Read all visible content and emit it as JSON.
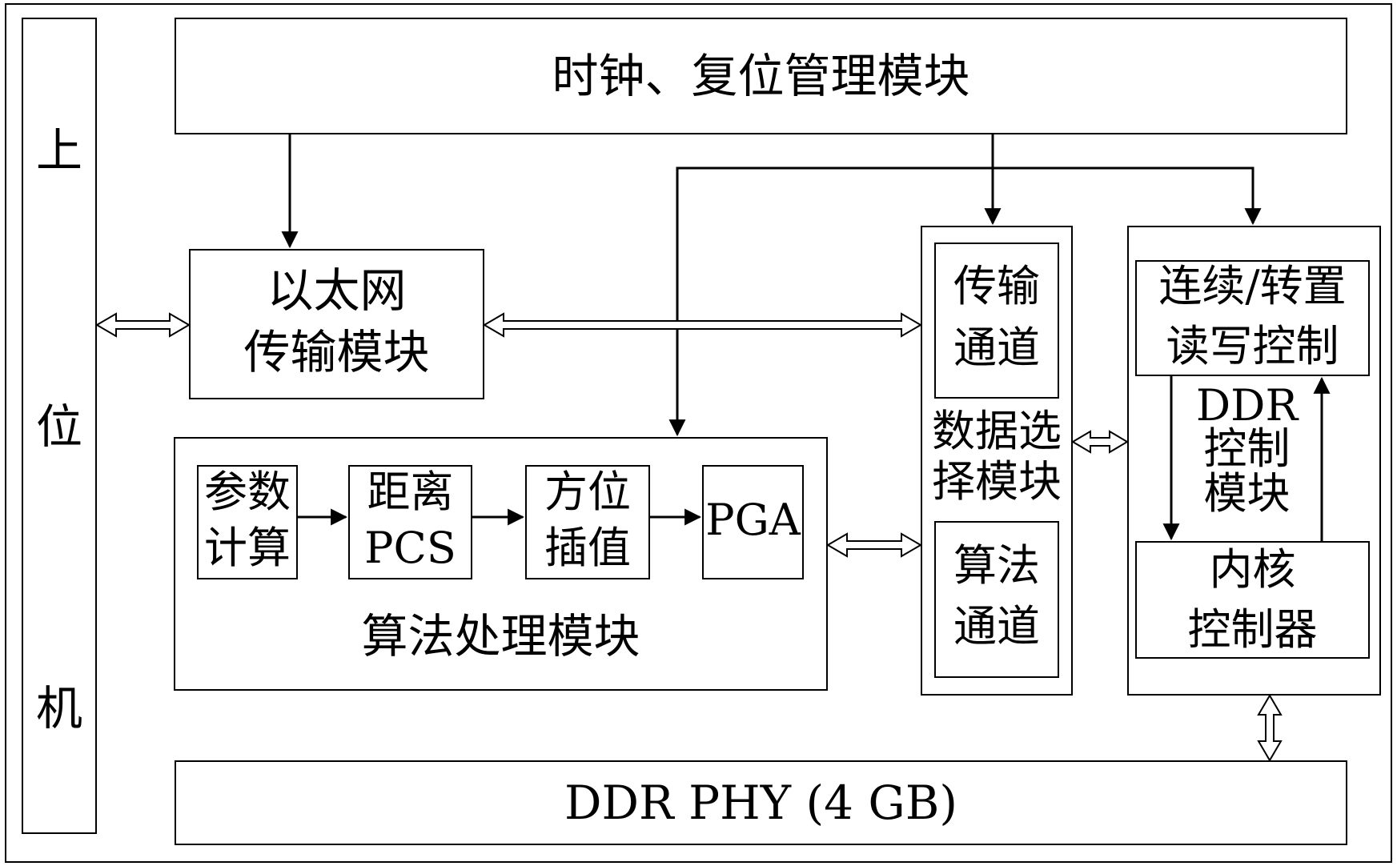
{
  "host": {
    "line1": "上",
    "line2": "位",
    "line3": "机"
  },
  "clock_reset": {
    "label": "时钟、复位管理模块"
  },
  "ethernet": {
    "line1": "以太网",
    "line2": "传输模块"
  },
  "algorithm": {
    "label": "算法处理模块",
    "param": {
      "line1": "参数",
      "line2": "计算"
    },
    "range_pcs": {
      "line1": "距离",
      "line2": "PCS"
    },
    "azimuth": {
      "line1": "方位",
      "line2": "插值"
    },
    "pga": {
      "label": "PGA"
    }
  },
  "data_select": {
    "line1": "数据选",
    "line2": "择模块",
    "transfer_channel": {
      "line1": "传输",
      "line2": "通道"
    },
    "algo_channel": {
      "line1": "算法",
      "line2": "通道"
    }
  },
  "ddr_ctrl": {
    "line1": "DDR",
    "line2": "控制",
    "line3": "模块",
    "rw_ctrl": {
      "line1": "连续/转置",
      "line2": "读写控制"
    },
    "core": {
      "line1": "内核",
      "line2": "控制器"
    }
  },
  "ddr_phy": {
    "label": "DDR PHY (4 GB)"
  }
}
